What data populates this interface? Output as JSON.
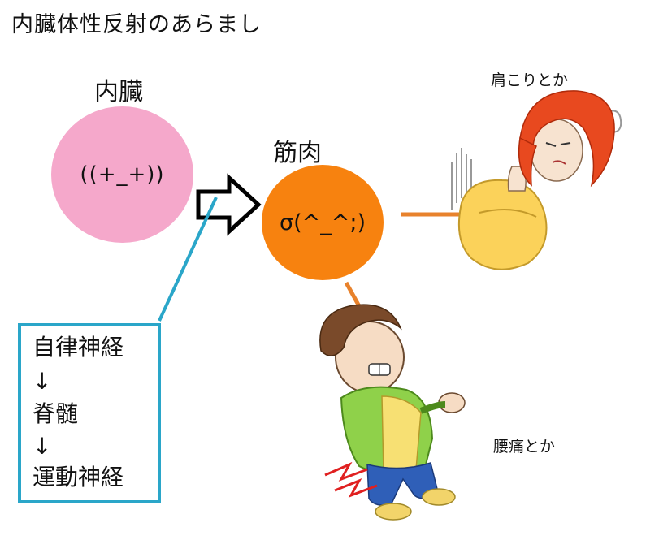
{
  "title": "内臓体性反射のあらまし",
  "organ": {
    "label": "内臓",
    "face": "((+_+))",
    "color": "#f5a8cb"
  },
  "muscle": {
    "label": "筋肉",
    "face": "σ(^_^;)",
    "color": "#f7820f"
  },
  "nerve_path": {
    "steps": [
      "自律神経",
      "↓",
      "脊髄",
      "↓",
      "運動神経"
    ],
    "border_color": "#2aa6c9"
  },
  "effects": {
    "shoulder": "肩こりとか",
    "back": "腰痛とか"
  },
  "connector_color": "#e8822c"
}
